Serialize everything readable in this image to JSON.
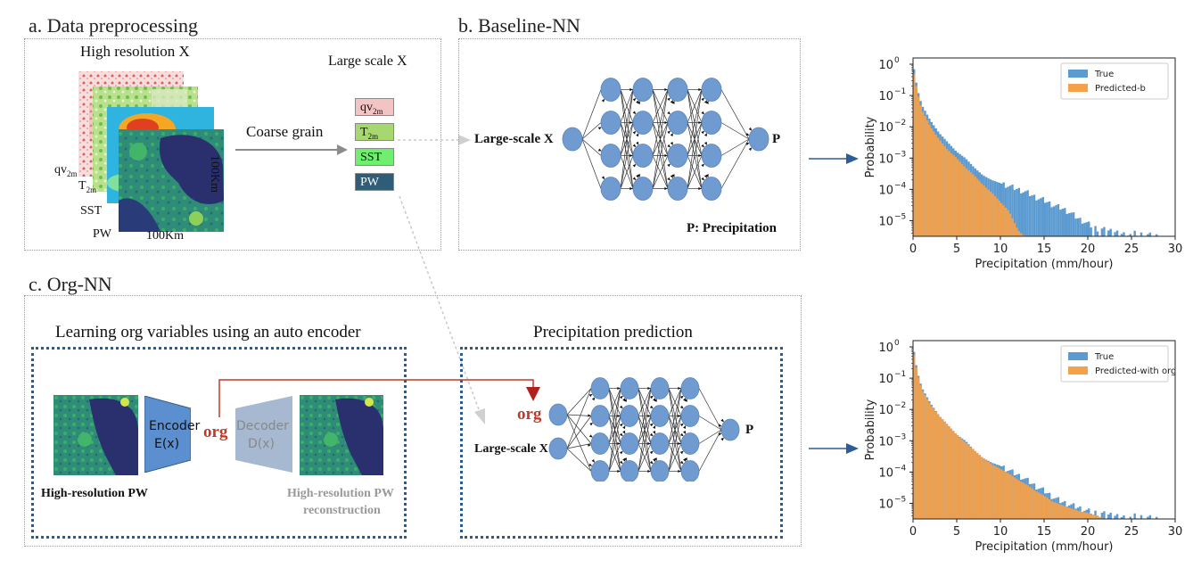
{
  "section_a": {
    "title": "a. Data preprocessing",
    "high_res_label": "High resolution X",
    "large_scale_label": "Large scale X",
    "coarse_grain_label": "Coarse grain",
    "stack_labels": {
      "qv": "qv",
      "qv_sub": "2m",
      "t": "T",
      "t_sub": "2m",
      "sst": "SST",
      "pw": "PW"
    },
    "size_x": "100Km",
    "size_y": "100Km",
    "chips": [
      {
        "text": "qv",
        "sub": "2m",
        "color": "#f2c4c4"
      },
      {
        "text": "T",
        "sub": "2m",
        "color": "#a6d86f"
      },
      {
        "text": "SST",
        "sub": "",
        "color": "#6ef06e"
      },
      {
        "text": "PW",
        "sub": "",
        "color": "#2f5d78"
      }
    ]
  },
  "section_b": {
    "title": "b. Baseline-NN",
    "input_label": "Large-scale X",
    "output_label": "P",
    "caption": "P: Precipitation"
  },
  "section_c": {
    "title": "c. Org-NN",
    "autoencoder_title": "Learning org variables using an auto encoder",
    "prediction_title": "Precipitation prediction",
    "encoder_label": "Encoder",
    "encoder_sub": "E(x)",
    "decoder_label": "Decoder",
    "decoder_sub": "D(x)",
    "org_label": "org",
    "input_caption": "High-resolution PW",
    "recon_caption_1": "High-resolution PW",
    "recon_caption_2": "reconstruction",
    "pred_org_label": "org",
    "pred_input_label": "Large-scale X",
    "pred_output_label": "P"
  },
  "chart_data": [
    {
      "type": "histogram",
      "xlabel": "Precipitation (mm/hour)",
      "ylabel": "Probability",
      "xlim": [
        0,
        30
      ],
      "ylim": [
        -5.5,
        0.2
      ],
      "yscale": "log",
      "xticks": [
        "0",
        "5",
        "10",
        "15",
        "20",
        "25",
        "30"
      ],
      "yticks": [
        "10",
        "10",
        "10",
        "10",
        "10",
        "10"
      ],
      "ytick_exps": [
        "0",
        "-1",
        "-2",
        "-3",
        "-4",
        "-5"
      ],
      "legend_placement": "top-right",
      "bin_width": 0.25,
      "series": [
        {
          "name": "True",
          "color": "#5b9bd1",
          "points": [
            [
              0,
              0.05
            ],
            [
              0.5,
              -0.8
            ],
            [
              1,
              -1.3
            ],
            [
              2,
              -1.8
            ],
            [
              3,
              -2.2
            ],
            [
              4,
              -2.5
            ],
            [
              5,
              -2.8
            ],
            [
              6,
              -3.0
            ],
            [
              7,
              -3.3
            ],
            [
              8,
              -3.55
            ],
            [
              9,
              -3.7
            ],
            [
              10,
              -3.8
            ],
            [
              11,
              -3.9
            ],
            [
              12,
              -4.0
            ],
            [
              13,
              -4.1
            ],
            [
              14,
              -4.25
            ],
            [
              15,
              -4.35
            ],
            [
              16,
              -4.5
            ],
            [
              17,
              -4.6
            ],
            [
              18,
              -4.75
            ],
            [
              19,
              -4.95
            ],
            [
              20,
              -5.1
            ],
            [
              21,
              -5.25
            ],
            [
              22,
              -5.3
            ],
            [
              25,
              -5.4
            ],
            [
              28,
              -5.5
            ]
          ]
        },
        {
          "name": "Predicted-b",
          "color": "#f4a14a",
          "points": [
            [
              0,
              -0.1
            ],
            [
              0.5,
              -0.9
            ],
            [
              1,
              -1.45
            ],
            [
              2,
              -2.0
            ],
            [
              3,
              -2.4
            ],
            [
              4,
              -2.75
            ],
            [
              5,
              -3.0
            ],
            [
              6,
              -3.3
            ],
            [
              7,
              -3.55
            ],
            [
              8,
              -3.85
            ],
            [
              9,
              -4.1
            ],
            [
              10,
              -4.4
            ],
            [
              11,
              -4.7
            ],
            [
              11.5,
              -5.0
            ],
            [
              12,
              -5.3
            ],
            [
              12.75,
              -5.5
            ]
          ]
        }
      ]
    },
    {
      "type": "histogram",
      "xlabel": "Precipitation (mm/hour)",
      "ylabel": "Probability",
      "xlim": [
        0,
        30
      ],
      "ylim": [
        -5.5,
        0.2
      ],
      "yscale": "log",
      "xticks": [
        "0",
        "5",
        "10",
        "15",
        "20",
        "25",
        "30"
      ],
      "yticks": [
        "10",
        "10",
        "10",
        "10",
        "10",
        "10"
      ],
      "ytick_exps": [
        "0",
        "-1",
        "-2",
        "-3",
        "-4",
        "-5"
      ],
      "legend_placement": "top-right",
      "bin_width": 0.25,
      "series": [
        {
          "name": "True",
          "color": "#5b9bd1",
          "points": [
            [
              0,
              0.05
            ],
            [
              0.5,
              -0.8
            ],
            [
              1,
              -1.3
            ],
            [
              2,
              -1.8
            ],
            [
              3,
              -2.2
            ],
            [
              4,
              -2.5
            ],
            [
              5,
              -2.8
            ],
            [
              6,
              -3.0
            ],
            [
              7,
              -3.3
            ],
            [
              8,
              -3.55
            ],
            [
              9,
              -3.7
            ],
            [
              10,
              -3.8
            ],
            [
              11,
              -3.95
            ],
            [
              12,
              -4.1
            ],
            [
              13,
              -4.25
            ],
            [
              14,
              -4.45
            ],
            [
              15,
              -4.6
            ],
            [
              16,
              -4.8
            ],
            [
              17,
              -4.95
            ],
            [
              18,
              -5.05
            ],
            [
              19,
              -5.15
            ],
            [
              20,
              -5.25
            ],
            [
              22,
              -5.35
            ],
            [
              25,
              -5.4
            ],
            [
              28,
              -5.5
            ]
          ]
        },
        {
          "name": "Predicted-with org",
          "color": "#f4a14a",
          "points": [
            [
              0,
              -0.05
            ],
            [
              0.5,
              -0.85
            ],
            [
              1,
              -1.35
            ],
            [
              2,
              -1.85
            ],
            [
              3,
              -2.2
            ],
            [
              4,
              -2.5
            ],
            [
              5,
              -2.8
            ],
            [
              6,
              -3.05
            ],
            [
              7,
              -3.3
            ],
            [
              8,
              -3.55
            ],
            [
              9,
              -3.75
            ],
            [
              10,
              -3.9
            ],
            [
              11,
              -4.05
            ],
            [
              12,
              -4.25
            ],
            [
              13,
              -4.4
            ],
            [
              14,
              -4.6
            ],
            [
              15,
              -4.75
            ],
            [
              16,
              -4.95
            ],
            [
              17,
              -5.05
            ],
            [
              18,
              -5.15
            ],
            [
              19,
              -5.25
            ],
            [
              20,
              -5.3
            ],
            [
              21,
              -5.4
            ],
            [
              22,
              -5.5
            ]
          ]
        }
      ]
    }
  ]
}
